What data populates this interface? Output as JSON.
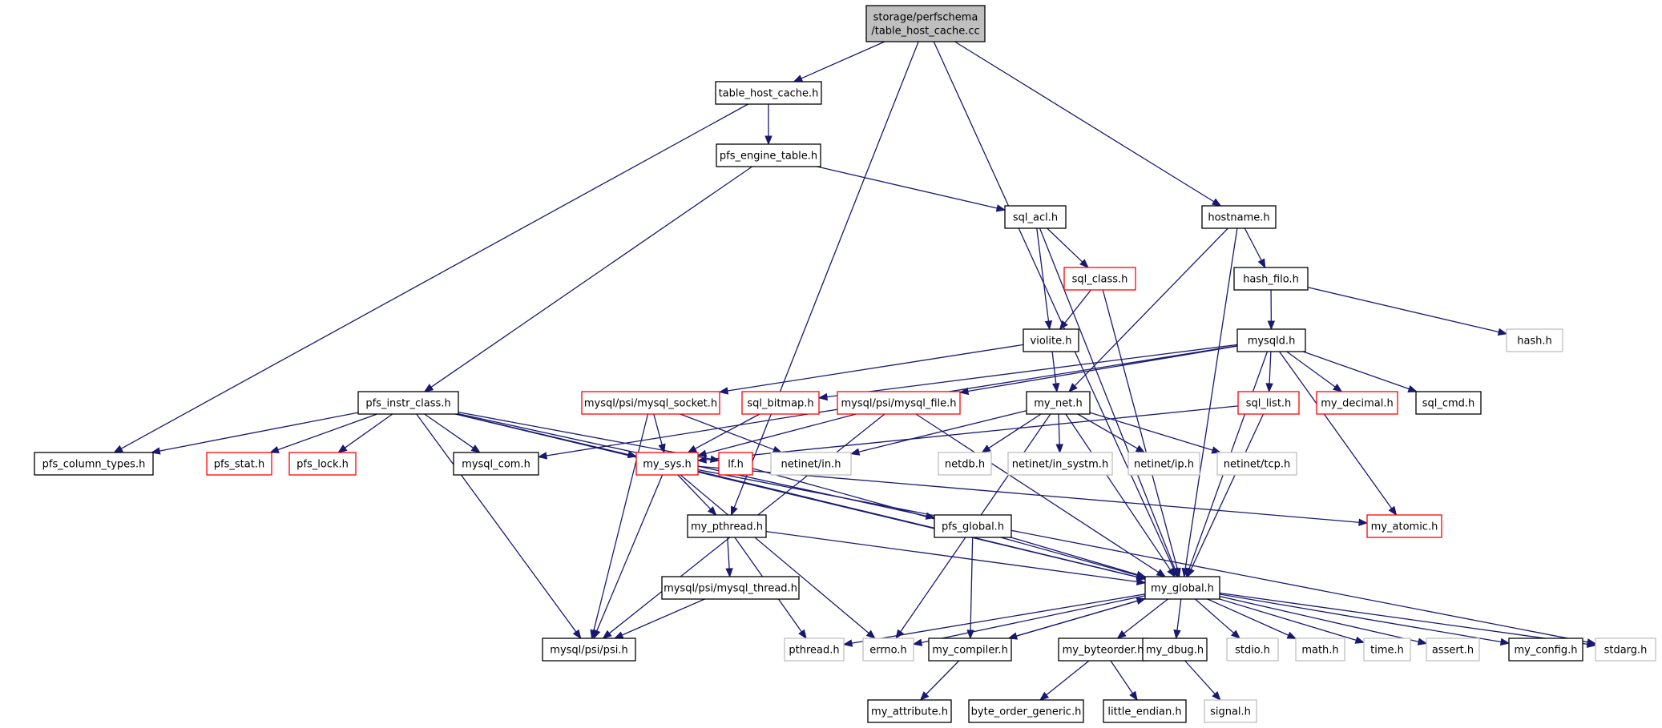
{
  "nodes": [
    {
      "id": "root",
      "lines": [
        "storage/perfschema",
        "/table_host_cache.cc"
      ],
      "kind": "root"
    },
    {
      "id": "table_host_cache_h",
      "lines": [
        "table_host_cache.h"
      ],
      "kind": "black"
    },
    {
      "id": "pfs_engine_table_h",
      "lines": [
        "pfs_engine_table.h"
      ],
      "kind": "black"
    },
    {
      "id": "sql_acl_h",
      "lines": [
        "sql_acl.h"
      ],
      "kind": "black"
    },
    {
      "id": "hostname_h",
      "lines": [
        "hostname.h"
      ],
      "kind": "black"
    },
    {
      "id": "sql_class_h",
      "lines": [
        "sql_class.h"
      ],
      "kind": "red"
    },
    {
      "id": "hash_filo_h",
      "lines": [
        "hash_filo.h"
      ],
      "kind": "black"
    },
    {
      "id": "hash_h",
      "lines": [
        "hash.h"
      ],
      "kind": "gray"
    },
    {
      "id": "violite_h",
      "lines": [
        "violite.h"
      ],
      "kind": "black"
    },
    {
      "id": "mysqld_h",
      "lines": [
        "mysqld.h"
      ],
      "kind": "black"
    },
    {
      "id": "pfs_instr_class_h",
      "lines": [
        "pfs_instr_class.h"
      ],
      "kind": "black"
    },
    {
      "id": "mysql_socket_h",
      "lines": [
        "mysql/psi/mysql_socket.h"
      ],
      "kind": "red"
    },
    {
      "id": "sql_bitmap_h",
      "lines": [
        "sql_bitmap.h"
      ],
      "kind": "red"
    },
    {
      "id": "mysql_file_h",
      "lines": [
        "mysql/psi/mysql_file.h"
      ],
      "kind": "red"
    },
    {
      "id": "my_net_h",
      "lines": [
        "my_net.h"
      ],
      "kind": "black"
    },
    {
      "id": "sql_list_h",
      "lines": [
        "sql_list.h"
      ],
      "kind": "red"
    },
    {
      "id": "my_decimal_h",
      "lines": [
        "my_decimal.h"
      ],
      "kind": "red"
    },
    {
      "id": "sql_cmd_h",
      "lines": [
        "sql_cmd.h"
      ],
      "kind": "black"
    },
    {
      "id": "pfs_column_types_h",
      "lines": [
        "pfs_column_types.h"
      ],
      "kind": "black"
    },
    {
      "id": "pfs_stat_h",
      "lines": [
        "pfs_stat.h"
      ],
      "kind": "red"
    },
    {
      "id": "pfs_lock_h",
      "lines": [
        "pfs_lock.h"
      ],
      "kind": "red"
    },
    {
      "id": "mysql_com_h",
      "lines": [
        "mysql_com.h"
      ],
      "kind": "black"
    },
    {
      "id": "my_sys_h",
      "lines": [
        "my_sys.h"
      ],
      "kind": "red"
    },
    {
      "id": "lf_h",
      "lines": [
        "lf.h"
      ],
      "kind": "red"
    },
    {
      "id": "netinet_in_h",
      "lines": [
        "netinet/in.h"
      ],
      "kind": "gray"
    },
    {
      "id": "netdb_h",
      "lines": [
        "netdb.h"
      ],
      "kind": "gray"
    },
    {
      "id": "netinet_in_systm_h",
      "lines": [
        "netinet/in_systm.h"
      ],
      "kind": "gray"
    },
    {
      "id": "netinet_ip_h",
      "lines": [
        "netinet/ip.h"
      ],
      "kind": "gray"
    },
    {
      "id": "netinet_tcp_h",
      "lines": [
        "netinet/tcp.h"
      ],
      "kind": "gray"
    },
    {
      "id": "my_pthread_h",
      "lines": [
        "my_pthread.h"
      ],
      "kind": "black"
    },
    {
      "id": "pfs_global_h",
      "lines": [
        "pfs_global.h"
      ],
      "kind": "black"
    },
    {
      "id": "my_atomic_h",
      "lines": [
        "my_atomic.h"
      ],
      "kind": "red"
    },
    {
      "id": "mysql_thread_h",
      "lines": [
        "mysql/psi/mysql_thread.h"
      ],
      "kind": "black"
    },
    {
      "id": "my_global_h",
      "lines": [
        "my_global.h"
      ],
      "kind": "black"
    },
    {
      "id": "psi_h",
      "lines": [
        "mysql/psi/psi.h"
      ],
      "kind": "black"
    },
    {
      "id": "pthread_h",
      "lines": [
        "pthread.h"
      ],
      "kind": "gray"
    },
    {
      "id": "errno_h",
      "lines": [
        "errno.h"
      ],
      "kind": "gray"
    },
    {
      "id": "my_compiler_h",
      "lines": [
        "my_compiler.h"
      ],
      "kind": "black"
    },
    {
      "id": "my_byteorder_h",
      "lines": [
        "my_byteorder.h"
      ],
      "kind": "black"
    },
    {
      "id": "my_dbug_h",
      "lines": [
        "my_dbug.h"
      ],
      "kind": "black"
    },
    {
      "id": "stdio_h",
      "lines": [
        "stdio.h"
      ],
      "kind": "gray"
    },
    {
      "id": "math_h",
      "lines": [
        "math.h"
      ],
      "kind": "gray"
    },
    {
      "id": "time_h",
      "lines": [
        "time.h"
      ],
      "kind": "gray"
    },
    {
      "id": "assert_h",
      "lines": [
        "assert.h"
      ],
      "kind": "gray"
    },
    {
      "id": "my_config_h",
      "lines": [
        "my_config.h"
      ],
      "kind": "black"
    },
    {
      "id": "stdarg_h",
      "lines": [
        "stdarg.h"
      ],
      "kind": "gray"
    },
    {
      "id": "my_attribute_h",
      "lines": [
        "my_attribute.h"
      ],
      "kind": "black"
    },
    {
      "id": "byte_order_generic_h",
      "lines": [
        "byte_order_generic.h"
      ],
      "kind": "black"
    },
    {
      "id": "little_endian_h",
      "lines": [
        "little_endian.h"
      ],
      "kind": "black"
    },
    {
      "id": "signal_h",
      "lines": [
        "signal.h"
      ],
      "kind": "gray"
    }
  ],
  "edges": [
    [
      "root",
      "table_host_cache_h"
    ],
    [
      "root",
      "hostname_h"
    ],
    [
      "root",
      "my_pthread_h"
    ],
    [
      "root",
      "my_global_h"
    ],
    [
      "table_host_cache_h",
      "pfs_engine_table_h"
    ],
    [
      "table_host_cache_h",
      "pfs_column_types_h"
    ],
    [
      "pfs_engine_table_h",
      "sql_acl_h"
    ],
    [
      "pfs_engine_table_h",
      "pfs_instr_class_h"
    ],
    [
      "sql_acl_h",
      "sql_class_h"
    ],
    [
      "sql_acl_h",
      "violite_h"
    ],
    [
      "sql_acl_h",
      "my_global_h"
    ],
    [
      "sql_class_h",
      "violite_h"
    ],
    [
      "sql_class_h",
      "my_global_h"
    ],
    [
      "hostname_h",
      "hash_filo_h"
    ],
    [
      "hostname_h",
      "my_net_h"
    ],
    [
      "hostname_h",
      "my_global_h"
    ],
    [
      "hash_filo_h",
      "hash_h"
    ],
    [
      "hash_filo_h",
      "mysqld_h"
    ],
    [
      "violite_h",
      "mysql_socket_h"
    ],
    [
      "violite_h",
      "my_net_h"
    ],
    [
      "mysqld_h",
      "mysql_com_h"
    ],
    [
      "mysqld_h",
      "sql_bitmap_h"
    ],
    [
      "mysqld_h",
      "mysql_file_h"
    ],
    [
      "mysqld_h",
      "sql_list_h"
    ],
    [
      "mysqld_h",
      "my_decimal_h"
    ],
    [
      "mysqld_h",
      "sql_cmd_h"
    ],
    [
      "mysqld_h",
      "my_atomic_h"
    ],
    [
      "mysqld_h",
      "my_global_h"
    ],
    [
      "pfs_instr_class_h",
      "pfs_column_types_h"
    ],
    [
      "pfs_instr_class_h",
      "pfs_stat_h"
    ],
    [
      "pfs_instr_class_h",
      "pfs_lock_h"
    ],
    [
      "pfs_instr_class_h",
      "mysql_com_h"
    ],
    [
      "pfs_instr_class_h",
      "my_sys_h"
    ],
    [
      "pfs_instr_class_h",
      "lf_h"
    ],
    [
      "pfs_instr_class_h",
      "pfs_global_h"
    ],
    [
      "pfs_instr_class_h",
      "my_global_h"
    ],
    [
      "pfs_instr_class_h",
      "psi_h"
    ],
    [
      "mysql_socket_h",
      "my_sys_h"
    ],
    [
      "mysql_socket_h",
      "netinet_in_h"
    ],
    [
      "mysql_socket_h",
      "psi_h"
    ],
    [
      "sql_bitmap_h",
      "my_sys_h"
    ],
    [
      "mysql_file_h",
      "my_sys_h"
    ],
    [
      "mysql_file_h",
      "psi_h"
    ],
    [
      "mysql_file_h",
      "my_global_h"
    ],
    [
      "my_net_h",
      "netdb_h"
    ],
    [
      "my_net_h",
      "netinet_in_systm_h"
    ],
    [
      "my_net_h",
      "netinet_ip_h"
    ],
    [
      "my_net_h",
      "netinet_tcp_h"
    ],
    [
      "my_net_h",
      "netinet_in_h"
    ],
    [
      "my_net_h",
      "errno_h"
    ],
    [
      "my_net_h",
      "my_global_h"
    ],
    [
      "sql_list_h",
      "my_sys_h"
    ],
    [
      "sql_list_h",
      "my_global_h"
    ],
    [
      "my_sys_h",
      "my_pthread_h"
    ],
    [
      "my_sys_h",
      "psi_h"
    ],
    [
      "my_sys_h",
      "errno_h"
    ],
    [
      "my_sys_h",
      "my_global_h"
    ],
    [
      "my_sys_h",
      "stdarg_h"
    ],
    [
      "my_sys_h",
      "my_atomic_h"
    ],
    [
      "lf_h",
      "my_global_h"
    ],
    [
      "my_pthread_h",
      "mysql_thread_h"
    ],
    [
      "my_pthread_h",
      "pthread_h"
    ],
    [
      "my_pthread_h",
      "my_global_h"
    ],
    [
      "mysql_thread_h",
      "psi_h"
    ],
    [
      "pfs_global_h",
      "my_compiler_h"
    ],
    [
      "pfs_global_h",
      "my_global_h"
    ],
    [
      "my_global_h",
      "pthread_h"
    ],
    [
      "my_global_h",
      "errno_h"
    ],
    [
      "my_global_h",
      "my_compiler_h"
    ],
    [
      "my_global_h",
      "my_byteorder_h"
    ],
    [
      "my_global_h",
      "my_dbug_h"
    ],
    [
      "my_global_h",
      "stdio_h"
    ],
    [
      "my_global_h",
      "math_h"
    ],
    [
      "my_global_h",
      "time_h"
    ],
    [
      "my_global_h",
      "assert_h"
    ],
    [
      "my_global_h",
      "my_config_h"
    ],
    [
      "my_global_h",
      "stdarg_h"
    ],
    [
      "my_compiler_h",
      "my_global_h"
    ],
    [
      "my_compiler_h",
      "my_attribute_h"
    ],
    [
      "my_byteorder_h",
      "byte_order_generic_h"
    ],
    [
      "my_byteorder_h",
      "little_endian_h"
    ],
    [
      "my_dbug_h",
      "signal_h"
    ]
  ]
}
